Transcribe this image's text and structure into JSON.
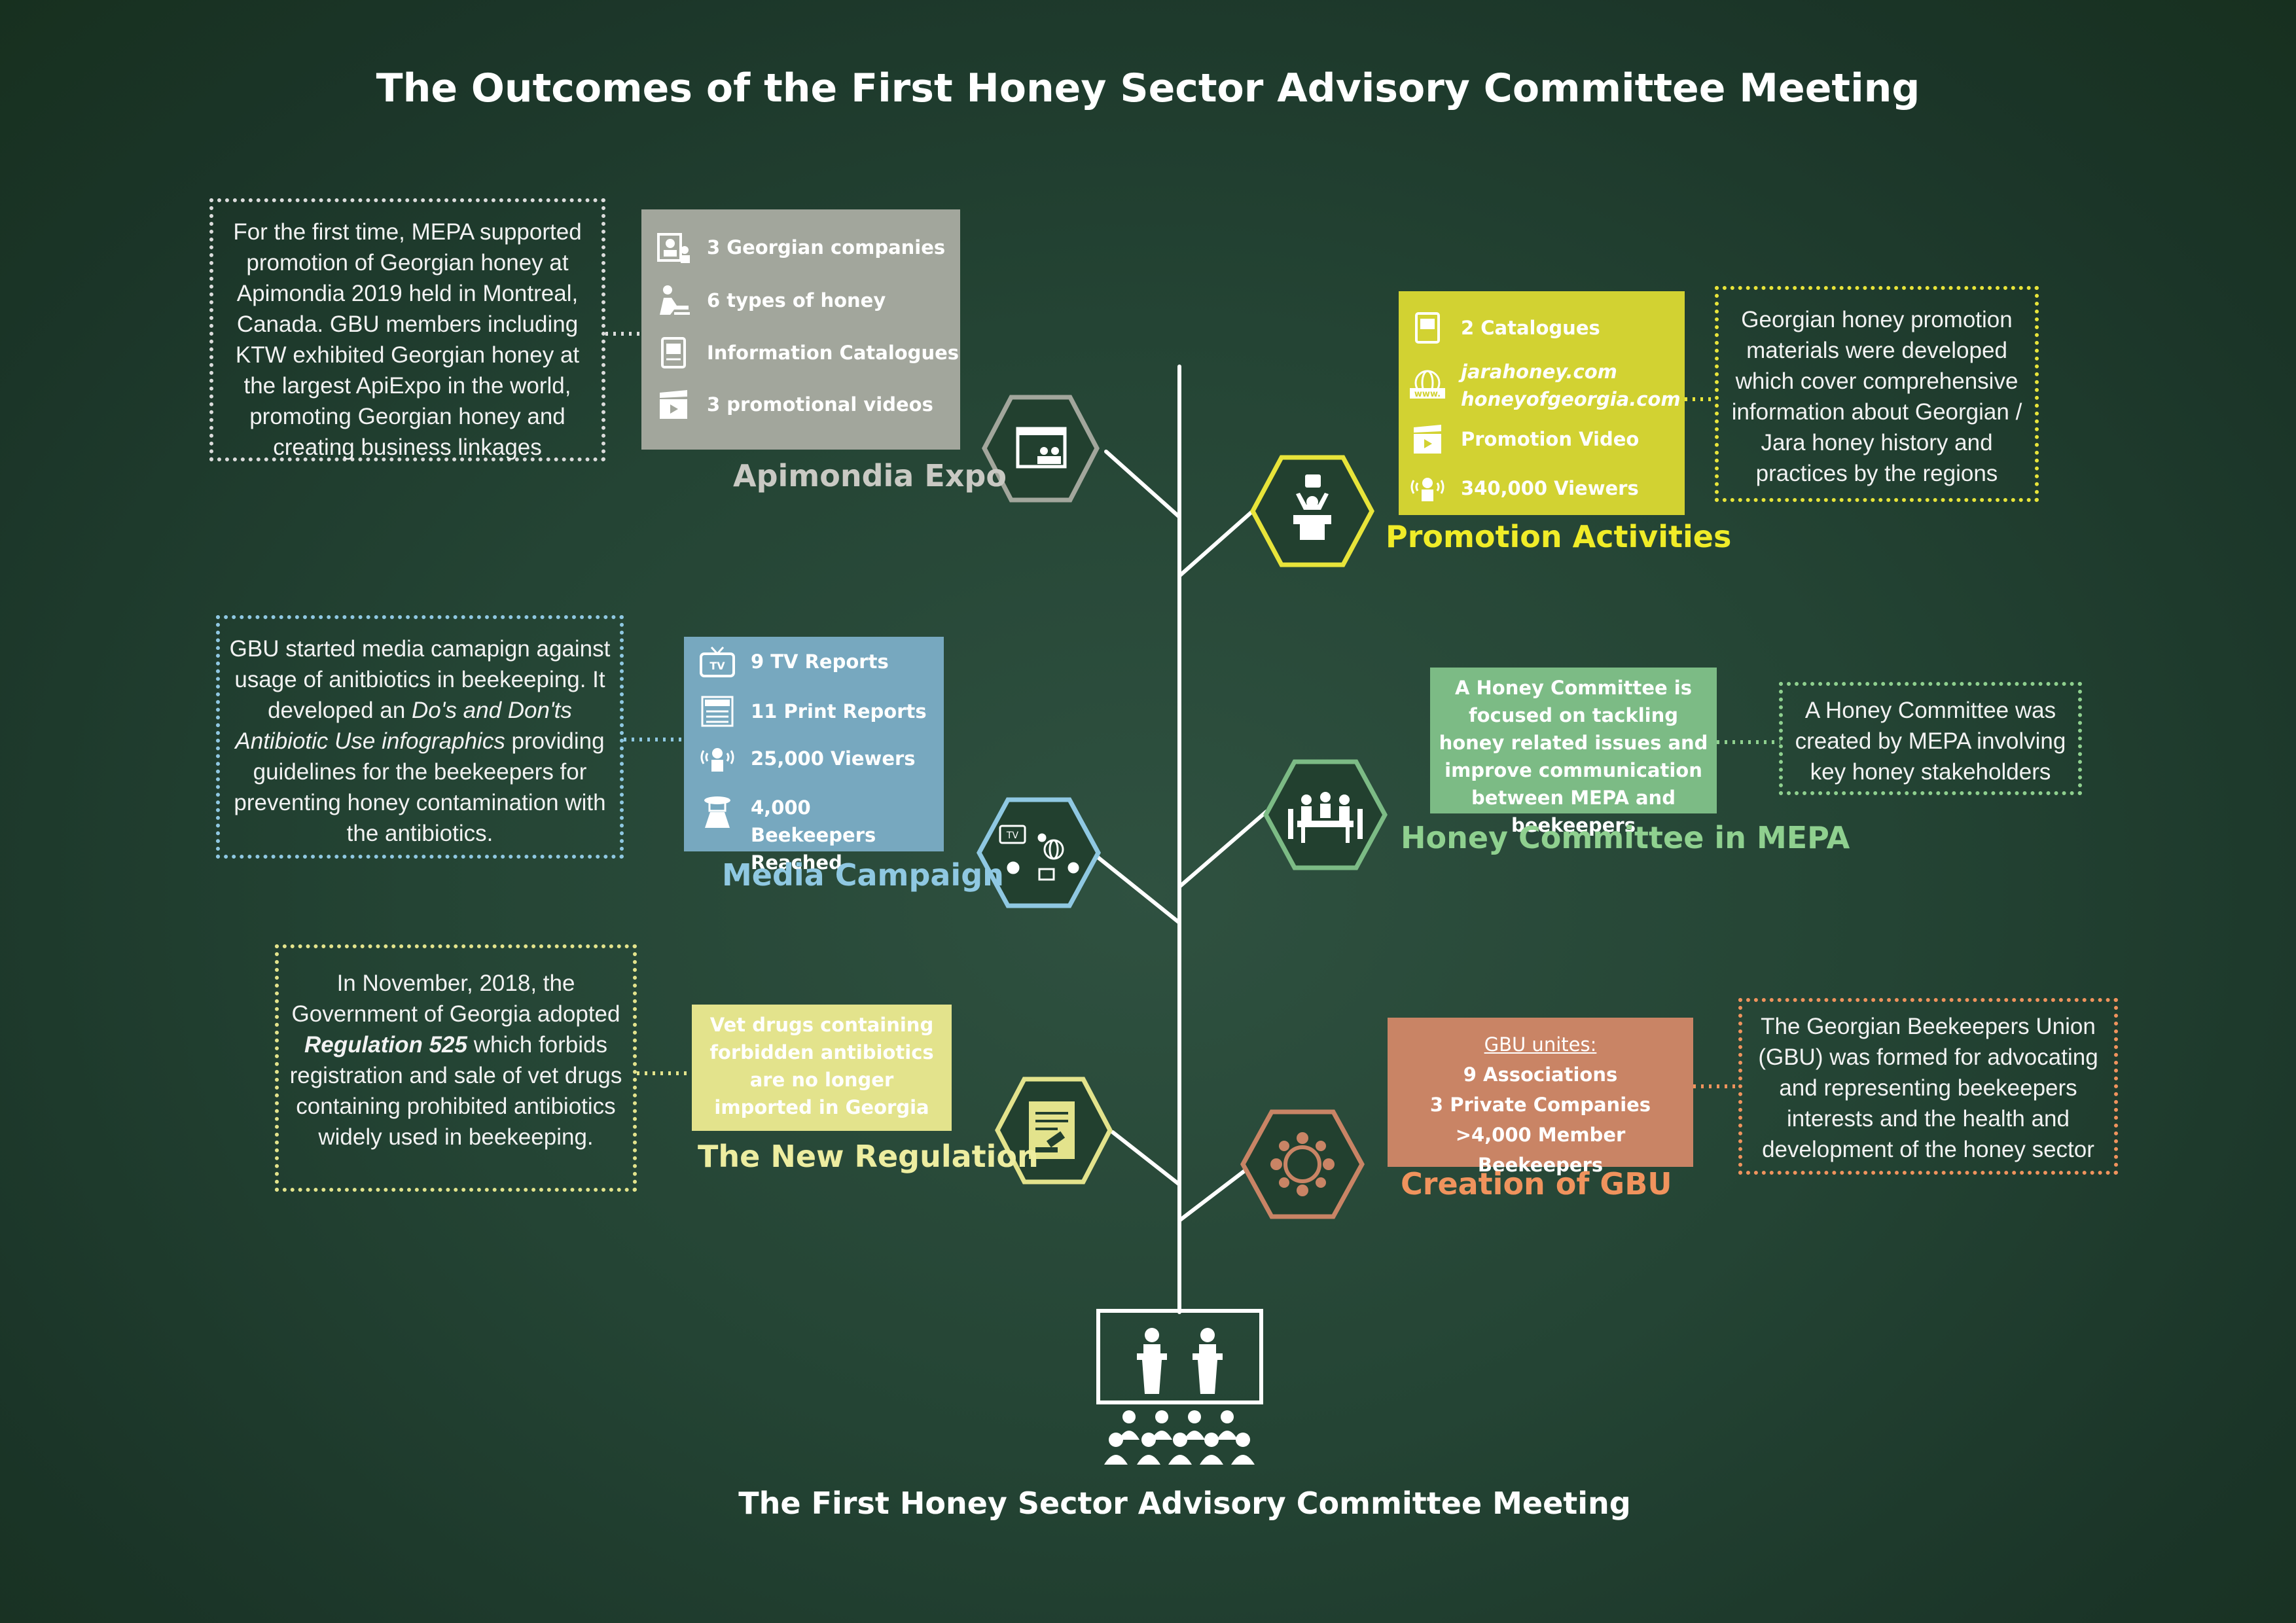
{
  "title": "The Outcomes of the First Honey Sector Advisory Committee Meeting",
  "root_label": "The First Honey Sector Advisory Committee Meeting",
  "colors": {
    "background": "#244434",
    "stem": "#ffffff",
    "apimondia": "#a2a69c",
    "promotion": "#d2d232",
    "promotion_text": "#f0ec28",
    "media": "#77a8bf",
    "media_text": "#8fc8e2",
    "committee": "#7cbb85",
    "committee_text": "#8fd08f",
    "regulation": "#e3e38c",
    "gbu": "#c98465",
    "gbu_text": "#f0935d"
  },
  "branches": {
    "apimondia": {
      "label": "Apimondia Expo",
      "items": [
        "3 Georgian companies",
        "6 types of honey",
        "Information Catalogues",
        "3 promotional videos"
      ],
      "icons": [
        "booth-company-icon",
        "honey-jar-display-icon",
        "catalogue-icon",
        "video-clapper-icon"
      ],
      "hex_icon": "expo-booth-icon",
      "note": {
        "text": "For the first time, MEPA supported promotion of Georgian honey at Apimondia  2019 held in Montreal, Canada. GBU members including KTW exhibited Georgian honey at the largest ApiExpo in the world, promoting Georgian honey and creating business linkages"
      }
    },
    "promotion": {
      "label": "Promotion Activities",
      "items": [
        "2 Catalogues",
        "jarahoney.com",
        "honeyofgeorgia.com",
        "Promotion Video",
        "340,000 Viewers"
      ],
      "icons": [
        "catalogue-icon",
        "www-icon",
        "video-clapper-icon",
        "viewers-icon"
      ],
      "hex_icon": "speaker-podium-icon",
      "note": {
        "text": "Georgian honey promotion materials were developed which cover comprehensive information about Georgian / Jara honey history and practices by the regions"
      }
    },
    "media": {
      "label": "Media Campaign",
      "items": [
        "9 TV Reports",
        "11 Print Reports",
        "25,000 Viewers",
        "4,000 Beekeepers Reached"
      ],
      "icons": [
        "tv-icon",
        "newspaper-icon",
        "viewers-icon",
        "beekeeper-icon"
      ],
      "hex_icon": "media-network-icon",
      "note": {
        "before": "GBU started media camapign against usage of anitbiotics in beekeeping. It developed an ",
        "em": "Do's and Don'ts Antibiotic Use infographics",
        "after": " providing guidelines for the beekeepers for preventing honey contamination with the antibiotics."
      }
    },
    "committee": {
      "label": "Honey Committee in MEPA",
      "card_text": "A Honey Committee is focused on tackling honey related issues and improve communication between MEPA and beekeepers",
      "hex_icon": "meeting-table-icon",
      "note": {
        "text": "A Honey Committee was created by MEPA involving key honey stakeholders"
      }
    },
    "regulation": {
      "label": "The New Regulation",
      "card_text": "Vet drugs containing forbidden antibiotics are no longer imported in Georgia",
      "hex_icon": "document-gavel-icon",
      "note": {
        "before": "In November, 2018, the Government of Georgia adopted ",
        "em": "Regulation 525",
        "after": " which forbids registration and sale of vet drugs containing prohibited antibiotics widely used in beekeeping."
      }
    },
    "gbu": {
      "label": "Creation of GBU",
      "card_heading": "GBU unites:",
      "card_lines": [
        "9 Associations",
        "3 Private Companies",
        ">4,000 Member Beekeepers"
      ],
      "hex_icon": "people-circle-icon",
      "note": {
        "text": "The Georgian Beekeepers Union (GBU) was formed for advocating and representing beekeepers interests and the health and development of the honey sector"
      }
    }
  },
  "root_icon": "podium-audience-icon"
}
